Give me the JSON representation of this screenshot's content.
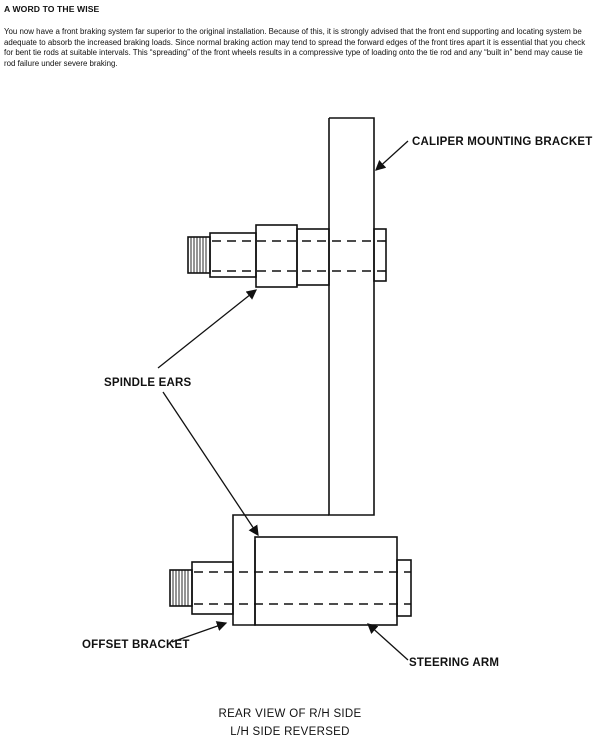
{
  "heading": "A WORD TO THE WISE",
  "paragraph": "You now have a front braking system far superior to the original installation. Because of this, it is strongly advised that the front end supporting and locating system be adequate to absorb the increased braking loads. Since normal braking action may tend to spread the forward edges of the front tires apart it is essential that you check for bent tie rods at suitable intervals. This “spreading” of the front wheels results in a compressive type of loading onto the tie rod and any “built in” bend may cause tie rod failure under severe braking.",
  "labels": {
    "caliper_bracket": "CALIPER MOUNTING BRACKET",
    "spindle_ears": "SPINDLE EARS",
    "offset_bracket": "OFFSET BRACKET",
    "steering_arm": "STEERING ARM"
  },
  "caption": {
    "line1": "REAR VIEW OF R/H SIDE",
    "line2": "L/H SIDE REVERSED"
  }
}
